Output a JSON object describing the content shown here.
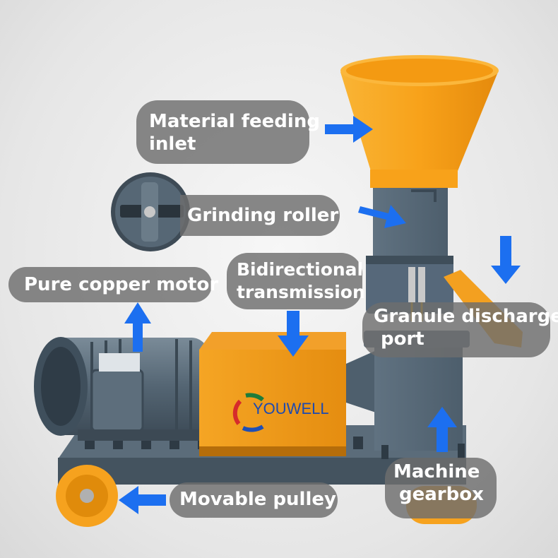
{
  "labels": {
    "feeding_inlet": [
      "Material feeding",
      "inlet"
    ],
    "grinding_roller": "Grinding roller",
    "motor": "Pure copper motor",
    "transmission": [
      "Bidirectional",
      "transmission"
    ],
    "discharge_port": [
      "Granule discharge",
      "port"
    ],
    "pulley": "Movable pulley",
    "gearbox": [
      "Machine",
      "gearbox"
    ]
  },
  "brand": "YOUWELL",
  "colors": {
    "machine_orange": "#f7a21c",
    "machine_gray": "#556877",
    "arrow_blue": "#1c6ff0",
    "label_bg": "#6e6e6e"
  }
}
